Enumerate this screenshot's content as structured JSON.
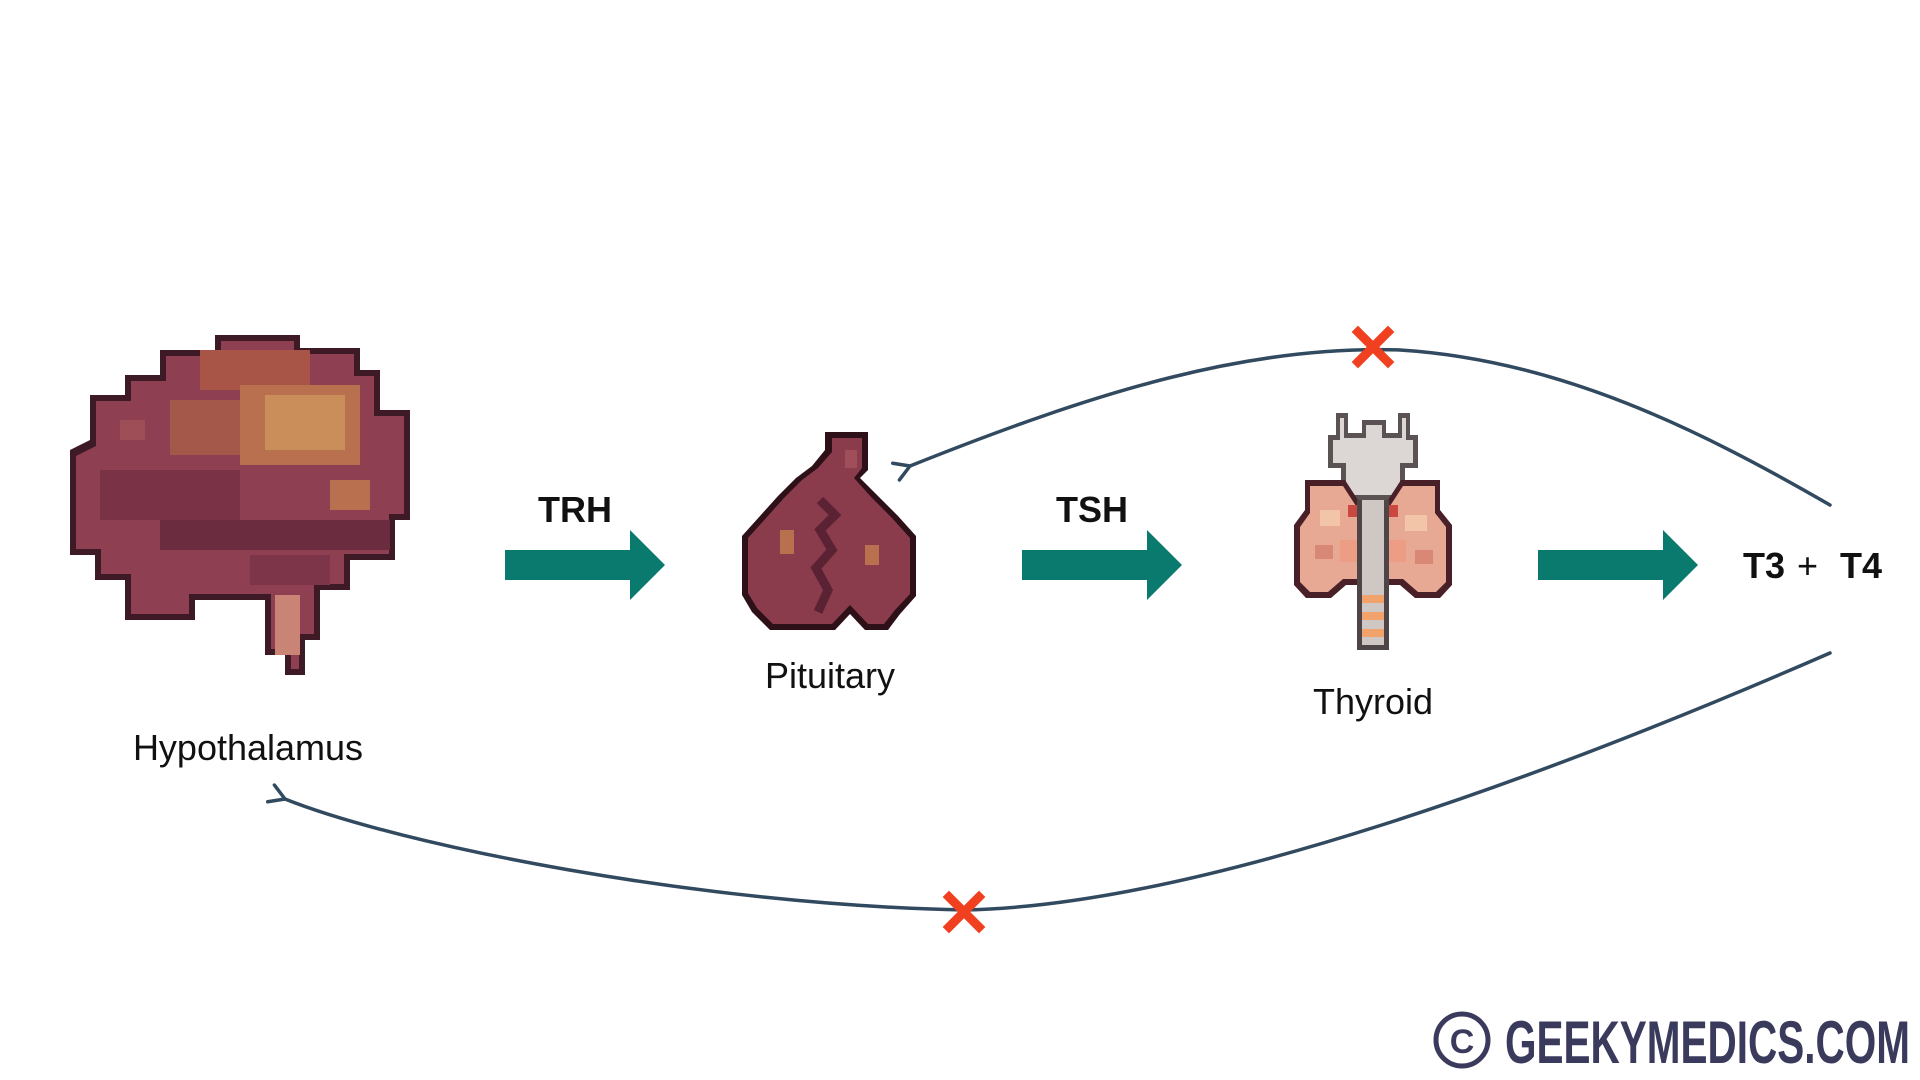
{
  "organs": {
    "hypothalamus": {
      "label": "Hypothalamus",
      "icon": "brain-icon"
    },
    "pituitary": {
      "label": "Pituitary",
      "icon": "pituitary-icon"
    },
    "thyroid": {
      "label": "Thyroid",
      "icon": "thyroid-icon"
    }
  },
  "hormones": {
    "trh": "TRH",
    "tsh": "TSH",
    "t3": "T3",
    "plus": "+",
    "t4": "T4"
  },
  "copyright": {
    "symbol": "C",
    "text": "GEEKYMEDICS.COM"
  },
  "colors": {
    "arrow": "#0b7a6e",
    "feedback": "#324a5f",
    "inhibit_mark": "#f0401f",
    "brain_dark": "#6b2c40",
    "brain_mid": "#8f3f52",
    "brain_light": "#b8704f",
    "brain_gold": "#c98e5a",
    "pituitary": "#8a3c4d",
    "thyroid_pink": "#e8a994",
    "thyroid_cartilage": "#dcd6d4"
  }
}
